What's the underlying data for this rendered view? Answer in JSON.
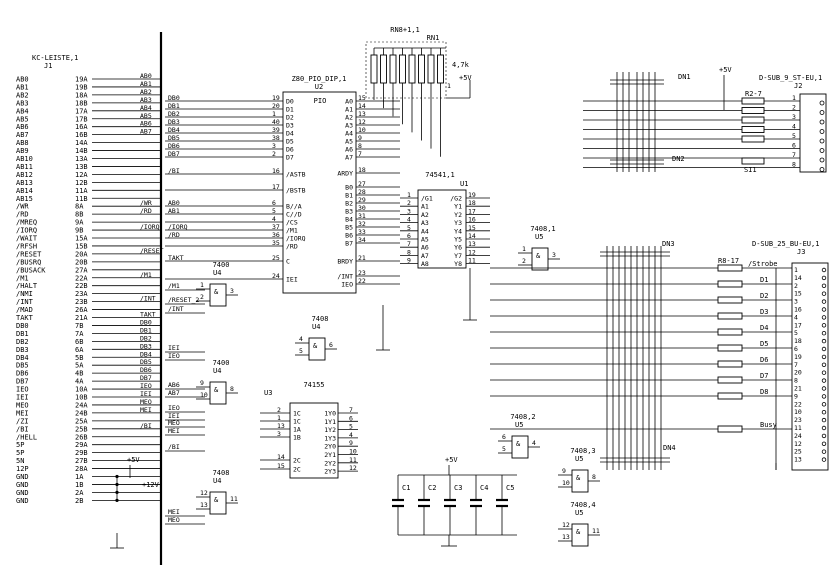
{
  "j1": {
    "title": "KC-LEISTE,1",
    "ref": "J1",
    "pins": [
      {
        "sig": "AB0",
        "pin": "19A",
        "net": "AB0"
      },
      {
        "sig": "AB1",
        "pin": "19B",
        "net": "AB1"
      },
      {
        "sig": "AB2",
        "pin": "18A",
        "net": "AB2"
      },
      {
        "sig": "AB3",
        "pin": "18B",
        "net": "AB3"
      },
      {
        "sig": "AB4",
        "pin": "17A",
        "net": "AB4"
      },
      {
        "sig": "AB5",
        "pin": "17B",
        "net": "AB5"
      },
      {
        "sig": "AB6",
        "pin": "16A",
        "net": "AB6"
      },
      {
        "sig": "AB7",
        "pin": "16B",
        "net": "AB7"
      },
      {
        "sig": "AB8",
        "pin": "14A",
        "net": ""
      },
      {
        "sig": "AB9",
        "pin": "14B",
        "net": ""
      },
      {
        "sig": "AB10",
        "pin": "13A",
        "net": ""
      },
      {
        "sig": "AB11",
        "pin": "13B",
        "net": ""
      },
      {
        "sig": "AB12",
        "pin": "12A",
        "net": ""
      },
      {
        "sig": "AB13",
        "pin": "12B",
        "net": ""
      },
      {
        "sig": "AB14",
        "pin": "11A",
        "net": ""
      },
      {
        "sig": "AB15",
        "pin": "11B",
        "net": ""
      },
      {
        "sig": "/WR",
        "pin": "8A",
        "net": "/WR"
      },
      {
        "sig": "/RD",
        "pin": "8B",
        "net": "/RD"
      },
      {
        "sig": "/MREQ",
        "pin": "9A",
        "net": ""
      },
      {
        "sig": "/IORQ",
        "pin": "9B",
        "net": "/IORQ"
      },
      {
        "sig": "/WAIT",
        "pin": "15A",
        "net": ""
      },
      {
        "sig": "/RFSH",
        "pin": "15B",
        "net": ""
      },
      {
        "sig": "/RESET",
        "pin": "20A",
        "net": "/RESET"
      },
      {
        "sig": "/BUSRQ",
        "pin": "20B",
        "net": ""
      },
      {
        "sig": "/BUSACK",
        "pin": "27A",
        "net": ""
      },
      {
        "sig": "/M1",
        "pin": "22A",
        "net": "/M1"
      },
      {
        "sig": "/HALT",
        "pin": "22B",
        "net": ""
      },
      {
        "sig": "/NMI",
        "pin": "23A",
        "net": ""
      },
      {
        "sig": "/INT",
        "pin": "23B",
        "net": "/INT"
      },
      {
        "sig": "/MAD",
        "pin": "26A",
        "net": ""
      },
      {
        "sig": "TAKT",
        "pin": "21A",
        "net": "TAKT"
      },
      {
        "sig": "DB0",
        "pin": "7B",
        "net": "DB0"
      },
      {
        "sig": "DB1",
        "pin": "7A",
        "net": "DB1"
      },
      {
        "sig": "DB2",
        "pin": "6B",
        "net": "DB2"
      },
      {
        "sig": "DB3",
        "pin": "6A",
        "net": "DB3"
      },
      {
        "sig": "DB4",
        "pin": "5B",
        "net": "DB4"
      },
      {
        "sig": "DB5",
        "pin": "5A",
        "net": "DB5"
      },
      {
        "sig": "DB6",
        "pin": "4B",
        "net": "DB6"
      },
      {
        "sig": "DB7",
        "pin": "4A",
        "net": "DB7"
      },
      {
        "sig": "IEO",
        "pin": "10A",
        "net": "IEO"
      },
      {
        "sig": "IEI",
        "pin": "10B",
        "net": "IEI"
      },
      {
        "sig": "MEO",
        "pin": "24A",
        "net": "MEO"
      },
      {
        "sig": "MEI",
        "pin": "24B",
        "net": "MEI"
      },
      {
        "sig": "/ZI",
        "pin": "25A",
        "net": ""
      },
      {
        "sig": "/BI",
        "pin": "25B",
        "net": "/BI"
      },
      {
        "sig": "/HELL",
        "pin": "26B",
        "net": ""
      },
      {
        "sig": "5P",
        "pin": "29A",
        "net": ""
      },
      {
        "sig": "5P",
        "pin": "29B",
        "net": ""
      },
      {
        "sig": "5N",
        "pin": "27B",
        "net": ""
      },
      {
        "sig": "12P",
        "pin": "28A",
        "net": ""
      },
      {
        "sig": "GND",
        "pin": "1A",
        "net": ""
      },
      {
        "sig": "GND",
        "pin": "1B",
        "net": ""
      },
      {
        "sig": "GND",
        "pin": "2A",
        "net": ""
      },
      {
        "sig": "GND",
        "pin": "2B",
        "net": ""
      }
    ],
    "plus5": "+5V",
    "plus12": "+12V"
  },
  "rn1": {
    "title": "RN8+1,1",
    "ref": "RN1",
    "value": "4,7k",
    "supply": "+5V",
    "pin1": "1"
  },
  "pio": {
    "title": "Z80_PIO_DIP,1",
    "ref": "U2",
    "name": "PIO",
    "left": [
      {
        "num": "19",
        "label": "D0",
        "net": "DB0"
      },
      {
        "num": "20",
        "label": "D1",
        "net": "DB1"
      },
      {
        "num": "1",
        "label": "D2",
        "net": "DB2"
      },
      {
        "num": "40",
        "label": "D3",
        "net": "DB3"
      },
      {
        "num": "39",
        "label": "D4",
        "net": "DB4"
      },
      {
        "num": "38",
        "label": "D5",
        "net": "DB5"
      },
      {
        "num": "3",
        "label": "D6",
        "net": "DB6"
      },
      {
        "num": "2",
        "label": "D7",
        "net": "DB7"
      },
      {
        "num": "16",
        "label": "/ASTB",
        "net": "/BI"
      },
      {
        "num": "17",
        "label": "/BSTB",
        "net": ""
      },
      {
        "num": "6",
        "label": "B//A",
        "net": "AB0"
      },
      {
        "num": "5",
        "label": "C//D",
        "net": "AB1"
      },
      {
        "num": "4",
        "label": "/CS",
        "net": ""
      },
      {
        "num": "37",
        "label": "/M1",
        "net": "/IORQ"
      },
      {
        "num": "36",
        "label": "/IORQ",
        "net": "/RD"
      },
      {
        "num": "35",
        "label": "/RD",
        "net": ""
      },
      {
        "num": "25",
        "label": "C",
        "net": "TAKT"
      },
      {
        "num": "24",
        "label": "IEI",
        "net": ""
      }
    ],
    "right": [
      {
        "num": "15",
        "label": "A0"
      },
      {
        "num": "14",
        "label": "A1"
      },
      {
        "num": "13",
        "label": "A2"
      },
      {
        "num": "12",
        "label": "A3"
      },
      {
        "num": "10",
        "label": "A4"
      },
      {
        "num": "9",
        "label": "A5"
      },
      {
        "num": "8",
        "label": "A6"
      },
      {
        "num": "7",
        "label": "A7"
      },
      {
        "num": "18",
        "label": "ARDY"
      },
      {
        "num": "27",
        "label": "B0"
      },
      {
        "num": "28",
        "label": "B1"
      },
      {
        "num": "29",
        "label": "B2"
      },
      {
        "num": "30",
        "label": "B3"
      },
      {
        "num": "31",
        "label": "B4"
      },
      {
        "num": "32",
        "label": "B5"
      },
      {
        "num": "33",
        "label": "B6"
      },
      {
        "num": "34",
        "label": "B7"
      },
      {
        "num": "21",
        "label": "BRDY"
      },
      {
        "num": "23",
        "label": "/INT"
      },
      {
        "num": "22",
        "label": "IEO"
      }
    ]
  },
  "u1": {
    "title": "74541,1",
    "ref": "U1",
    "left": [
      {
        "num": "1",
        "label": "/G1"
      },
      {
        "num": "2",
        "label": "A1"
      },
      {
        "num": "3",
        "label": "A2"
      },
      {
        "num": "4",
        "label": "A3"
      },
      {
        "num": "5",
        "label": "A4"
      },
      {
        "num": "6",
        "label": "A5"
      },
      {
        "num": "7",
        "label": "A6"
      },
      {
        "num": "8",
        "label": "A7"
      },
      {
        "num": "9",
        "label": "A8"
      }
    ],
    "right": [
      {
        "num": "19",
        "label": "/G2"
      },
      {
        "num": "18",
        "label": "Y1"
      },
      {
        "num": "17",
        "label": "Y2"
      },
      {
        "num": "16",
        "label": "Y3"
      },
      {
        "num": "15",
        "label": "Y4"
      },
      {
        "num": "14",
        "label": "Y5"
      },
      {
        "num": "13",
        "label": "Y6"
      },
      {
        "num": "12",
        "label": "Y7"
      },
      {
        "num": "11",
        "label": "Y8"
      }
    ]
  },
  "u3": {
    "title": "74155",
    "ref": "U3",
    "left": [
      {
        "num": "2",
        "label": "1C"
      },
      {
        "num": "1",
        "label": "1C"
      },
      {
        "num": "13",
        "label": "1A"
      },
      {
        "num": "3",
        "label": "1B"
      },
      {
        "num": "14",
        "label": "2C"
      },
      {
        "num": "15",
        "label": "2C"
      }
    ],
    "right": [
      {
        "num": "7",
        "label": "1Y0"
      },
      {
        "num": "6",
        "label": "1Y1"
      },
      {
        "num": "5",
        "label": "1Y2"
      },
      {
        "num": "4",
        "label": "1Y3"
      },
      {
        "num": "9",
        "label": "2Y0"
      },
      {
        "num": "10",
        "label": "2Y1"
      },
      {
        "num": "11",
        "label": "2Y2"
      },
      {
        "num": "12",
        "label": "2Y3"
      }
    ],
    "nets": [
      "AB7",
      "MEO",
      "AB4",
      "AB5",
      "AB3"
    ]
  },
  "gates": [
    {
      "title": "7400",
      "ref": "U4",
      "sym": "&",
      "in1": "1",
      "in2": "2",
      "out": "3",
      "nets": [
        "/M1",
        "/RESET_2",
        "/INT"
      ]
    },
    {
      "title": "7408",
      "ref": "U4",
      "sym": "&",
      "in1": "4",
      "in2": "5",
      "out": "6",
      "nets": [
        "IEI",
        "IEO"
      ]
    },
    {
      "title": "7400",
      "ref": "U4",
      "sym": "&",
      "in1": "9",
      "in2": "10",
      "out": "8",
      "nets": [
        "AB6",
        "AB7",
        "IEO",
        "IEI",
        "MEO",
        "MEI",
        "/BI"
      ]
    },
    {
      "title": "7408",
      "ref": "U4",
      "sym": "&",
      "in1": "12",
      "in2": "13",
      "out": "11",
      "nets": [
        "MEI",
        "MEO"
      ]
    },
    {
      "title": "7408,1",
      "ref": "U5",
      "sym": "&",
      "in1": "1",
      "in2": "2",
      "out": "3"
    },
    {
      "title": "7408,2",
      "ref": "U5",
      "sym": "&",
      "in1": "6",
      "in2": "5",
      "out": "4"
    },
    {
      "title": "7408,3",
      "ref": "U5",
      "sym": "&",
      "in1": "9",
      "in2": "10",
      "out": "8"
    },
    {
      "title": "7408,4",
      "ref": "U5",
      "sym": "&",
      "in1": "12",
      "in2": "13",
      "out": "11"
    }
  ],
  "dn": [
    "DN1",
    "DN2",
    "DN3",
    "DN4"
  ],
  "j2": {
    "title": "D-SUB_9_ST-EU,1",
    "ref": "J2",
    "pins": [
      "1",
      "2",
      "3",
      "4",
      "5",
      "6",
      "7",
      "8"
    ],
    "resistors": "R2-7",
    "si": "SI1",
    "supply": "+5V"
  },
  "j3": {
    "title": "D-SUB_25_BU-EU,1",
    "ref": "J3",
    "resistors": "R8-17",
    "signals": [
      "/Strobe",
      "D1",
      "D2",
      "D3",
      "D4",
      "D5",
      "D6",
      "D7",
      "D8",
      "Busy"
    ],
    "pins": [
      "1",
      "14",
      "2",
      "15",
      "3",
      "16",
      "4",
      "17",
      "5",
      "18",
      "6",
      "19",
      "7",
      "20",
      "8",
      "21",
      "9",
      "22",
      "10",
      "23",
      "11",
      "24",
      "12",
      "25",
      "13"
    ]
  },
  "caps": {
    "supply": "+5V",
    "labels": [
      "C1",
      "C2",
      "C3",
      "C4",
      "C5"
    ]
  }
}
